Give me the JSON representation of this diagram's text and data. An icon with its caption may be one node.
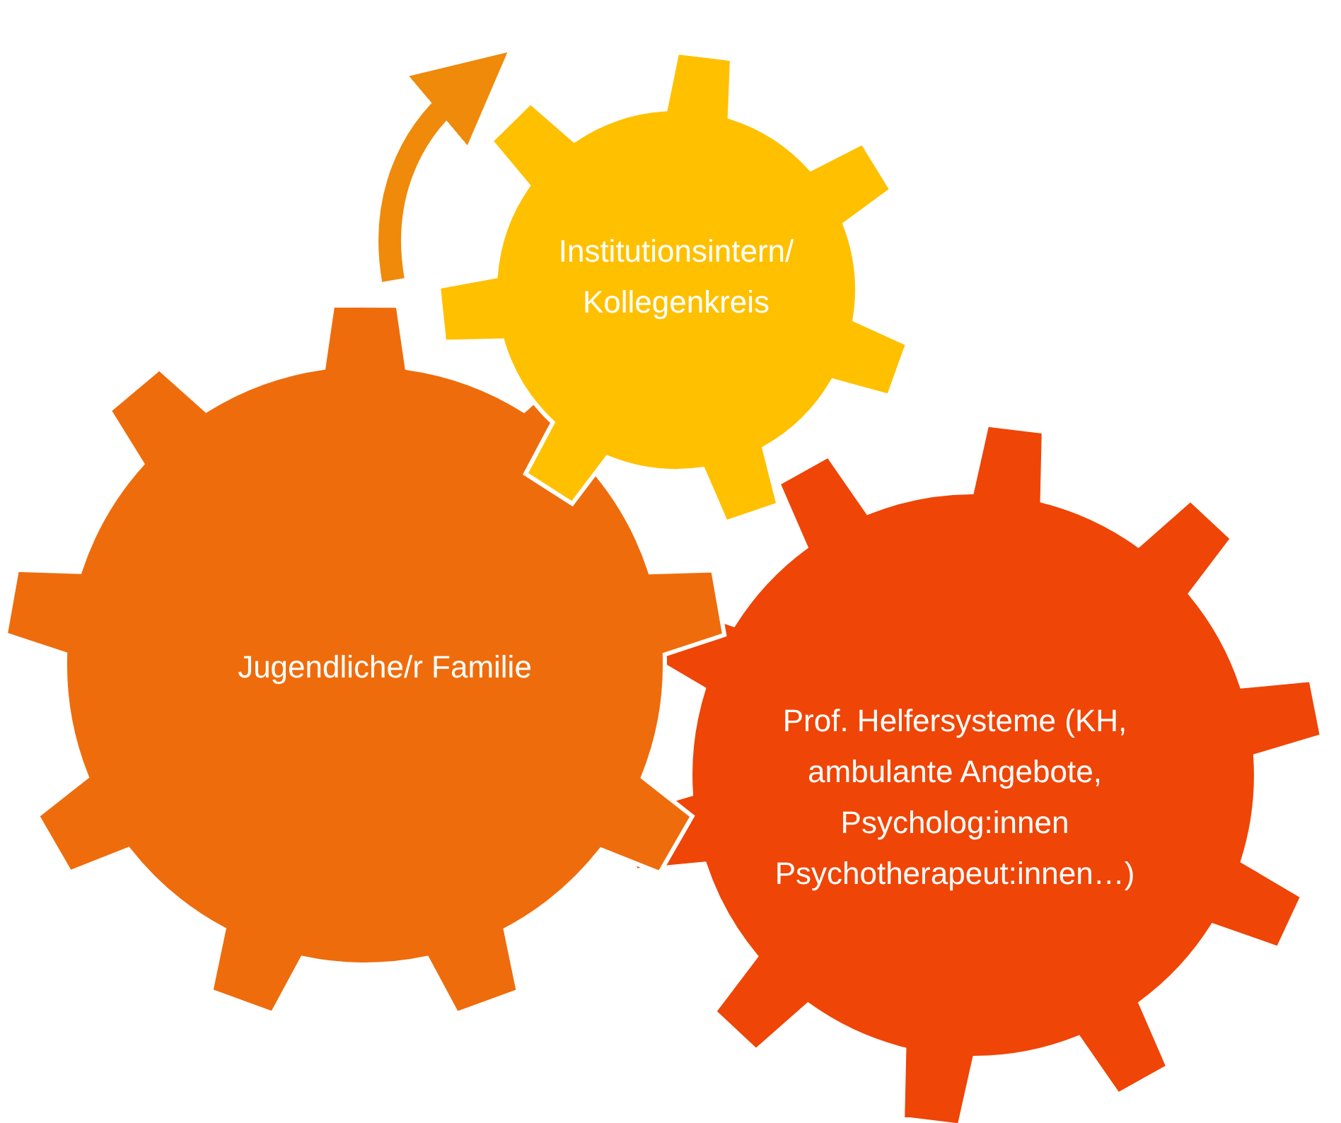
{
  "diagram": {
    "nodes": [
      {
        "text": [
          "Institutionsintern/ Kollegenkreis"
        ]
      },
      {
        "text": [
          "Jugendliche/r Familie"
        ]
      },
      {
        "text": [
          "Prof. Helfersysteme (KH, ambulante Angebote, Psycholog:innen Psychotherapeut:innen…)"
        ]
      }
    ]
  }
}
